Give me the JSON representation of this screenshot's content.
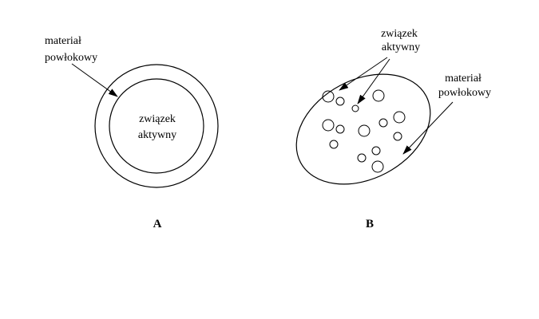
{
  "panel_a": {
    "label": "A",
    "outer_label_line1": "materiał",
    "outer_label_line2": "powłokowy",
    "core_label_line1": "związek",
    "core_label_line2": "aktywny"
  },
  "panel_b": {
    "label": "B",
    "active_label_line1": "związek",
    "active_label_line2": "aktywny",
    "matrix_label_line1": "materiał",
    "matrix_label_line2": "powłokowy"
  },
  "colors": {
    "stroke": "#000000",
    "background": "#ffffff"
  }
}
